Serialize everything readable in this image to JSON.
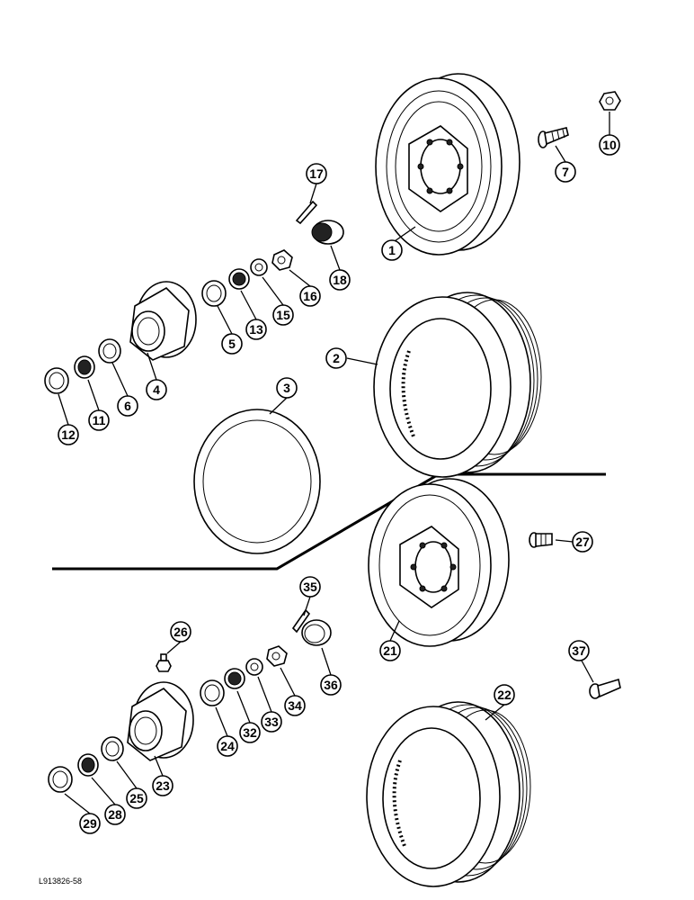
{
  "drawing_ref": "L913826-58",
  "callouts": [
    {
      "id": "c1",
      "label": "1"
    },
    {
      "id": "c2",
      "label": "2"
    },
    {
      "id": "c3",
      "label": "3"
    },
    {
      "id": "c4",
      "label": "4"
    },
    {
      "id": "c5",
      "label": "5"
    },
    {
      "id": "c6",
      "label": "6"
    },
    {
      "id": "c7",
      "label": "7"
    },
    {
      "id": "c10",
      "label": "10"
    },
    {
      "id": "c11",
      "label": "11"
    },
    {
      "id": "c12",
      "label": "12"
    },
    {
      "id": "c13",
      "label": "13"
    },
    {
      "id": "c15",
      "label": "15"
    },
    {
      "id": "c16",
      "label": "16"
    },
    {
      "id": "c17",
      "label": "17"
    },
    {
      "id": "c18",
      "label": "18"
    },
    {
      "id": "c21",
      "label": "21"
    },
    {
      "id": "c22",
      "label": "22"
    },
    {
      "id": "c23",
      "label": "23"
    },
    {
      "id": "c24",
      "label": "24"
    },
    {
      "id": "c25",
      "label": "25"
    },
    {
      "id": "c26",
      "label": "26"
    },
    {
      "id": "c27",
      "label": "27"
    },
    {
      "id": "c28",
      "label": "28"
    },
    {
      "id": "c29",
      "label": "29"
    },
    {
      "id": "c32",
      "label": "32"
    },
    {
      "id": "c33",
      "label": "33"
    },
    {
      "id": "c34",
      "label": "34"
    },
    {
      "id": "c35",
      "label": "35"
    },
    {
      "id": "c36",
      "label": "36"
    },
    {
      "id": "c37",
      "label": "37"
    }
  ]
}
